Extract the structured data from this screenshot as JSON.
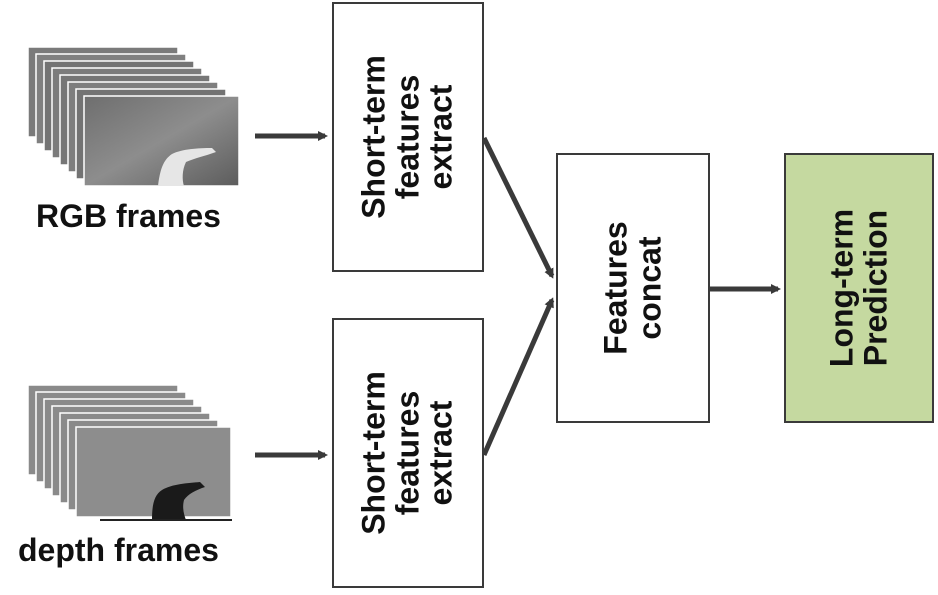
{
  "inputs": {
    "rgb_label": "RGB frames",
    "depth_label": "depth frames"
  },
  "blocks": {
    "short_term_top": {
      "line1": "Short-term",
      "line2": "features",
      "line3": "extract"
    },
    "short_term_bottom": {
      "line1": "Short-term",
      "line2": "features",
      "line3": "extract"
    },
    "concat": {
      "line1": "Features",
      "line2": "concat"
    },
    "prediction": {
      "line1": "Long-term",
      "line2": "Prediction"
    }
  },
  "colors": {
    "prediction_fill": "#c5d9a0",
    "arrow": "#3a3a3a",
    "box_border": "#3a3a3a"
  }
}
